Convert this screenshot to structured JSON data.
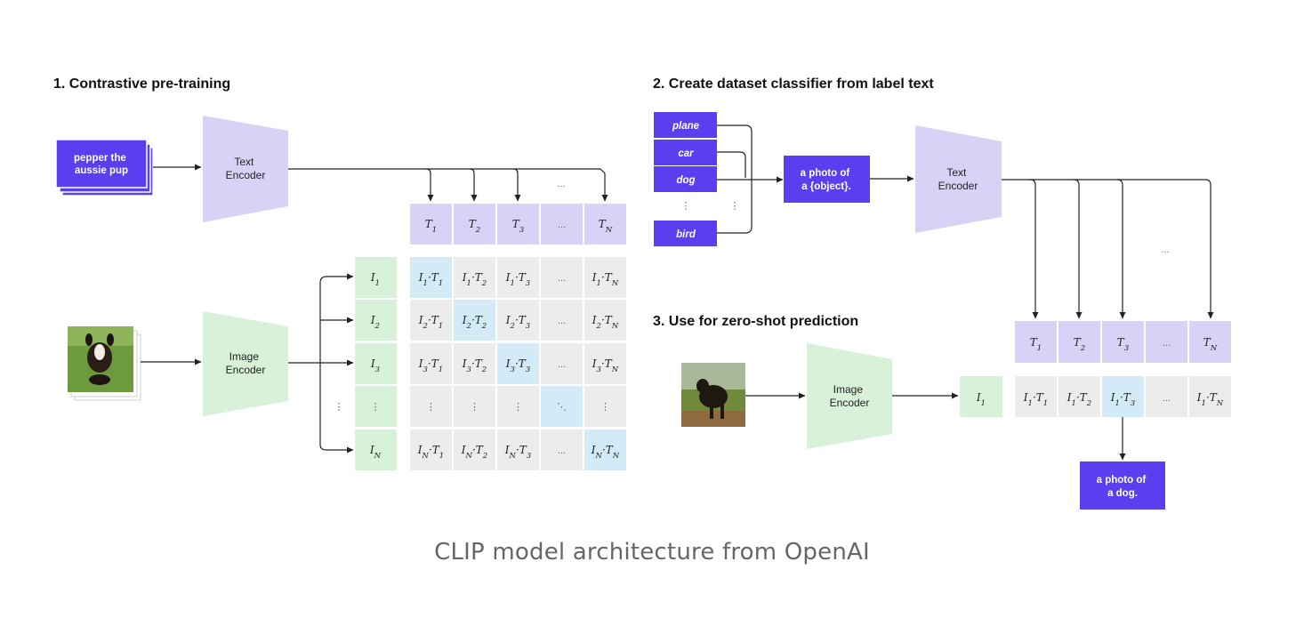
{
  "caption": "CLIP model architecture from OpenAI",
  "sections": {
    "pretraining": "1. Contrastive pre-training",
    "classifier": "2. Create dataset classifier from label text",
    "zeroshot": "3. Use for zero-shot prediction"
  },
  "text_encoder": "Text\nEncoder",
  "image_encoder": "Image\nEncoder",
  "input_text": "pepper the\naussie pup",
  "labels": [
    "plane",
    "car",
    "dog",
    "bird"
  ],
  "template_text": [
    "a photo of",
    "a {object}."
  ],
  "prediction_text": [
    "a photo of",
    "a dog."
  ],
  "text_embeddings": [
    "T1",
    "T2",
    "T3",
    "...",
    "TN"
  ],
  "image_embeddings": [
    "I1",
    "I2",
    "I3",
    "⋮",
    "IN"
  ],
  "zs_image_embedding": "I1",
  "ellipsis": "...",
  "colors": {
    "accent": "#5a3ff0",
    "text_embed": "#d7d3f6",
    "image_embed": "#d8f1d9",
    "cell": "#ececec",
    "highlight": "#d2ebf7"
  }
}
